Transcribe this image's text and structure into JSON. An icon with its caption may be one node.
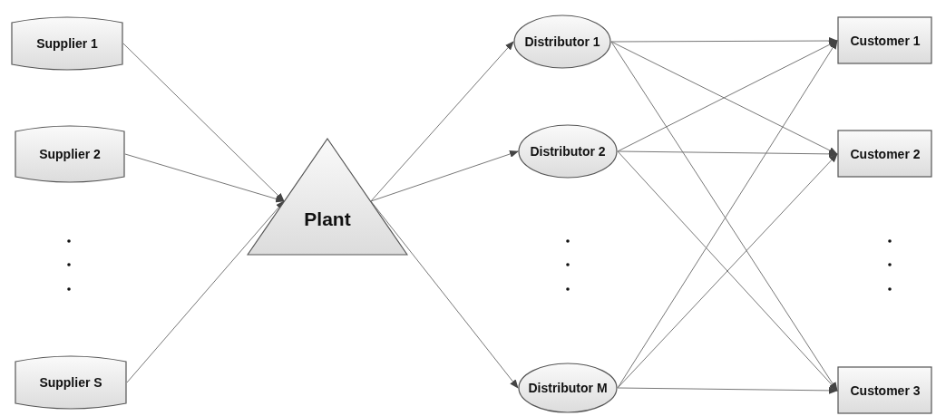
{
  "diagram": {
    "nodes": [
      {
        "text": [
          "Supplier 1"
        ]
      },
      {
        "text": [
          "Supplier 2"
        ]
      },
      {
        "text": [
          "Supplier S"
        ]
      },
      {
        "text": [
          "Plant"
        ]
      },
      {
        "text": [
          "Distributor 1"
        ]
      },
      {
        "text": [
          "Distributor 2"
        ]
      },
      {
        "text": [
          "Distributor M"
        ]
      },
      {
        "text": [
          "Customer 1"
        ]
      },
      {
        "text": [
          "Customer 2"
        ]
      },
      {
        "text": [
          "Customer 3"
        ]
      }
    ],
    "edges": [
      {
        "from": 0,
        "to": 3,
        "arrow": "to"
      },
      {
        "from": 1,
        "to": 3,
        "arrow": "to"
      },
      {
        "from": 2,
        "to": 3,
        "arrow": "to"
      },
      {
        "from": 3,
        "to": 4,
        "arrow": "to"
      },
      {
        "from": 3,
        "to": 5,
        "arrow": "to"
      },
      {
        "from": 3,
        "to": 6,
        "arrow": "to"
      },
      {
        "from": 4,
        "to": 7,
        "arrow": "to"
      },
      {
        "from": 4,
        "to": 8,
        "arrow": "to"
      },
      {
        "from": 4,
        "to": 9,
        "arrow": "to"
      },
      {
        "from": 5,
        "to": 7,
        "arrow": "to"
      },
      {
        "from": 5,
        "to": 8,
        "arrow": "to"
      },
      {
        "from": 5,
        "to": 9,
        "arrow": "to"
      },
      {
        "from": 6,
        "to": 7,
        "arrow": "to"
      },
      {
        "from": 6,
        "to": 8,
        "arrow": "to"
      },
      {
        "from": 6,
        "to": 9,
        "arrow": "to"
      }
    ]
  }
}
